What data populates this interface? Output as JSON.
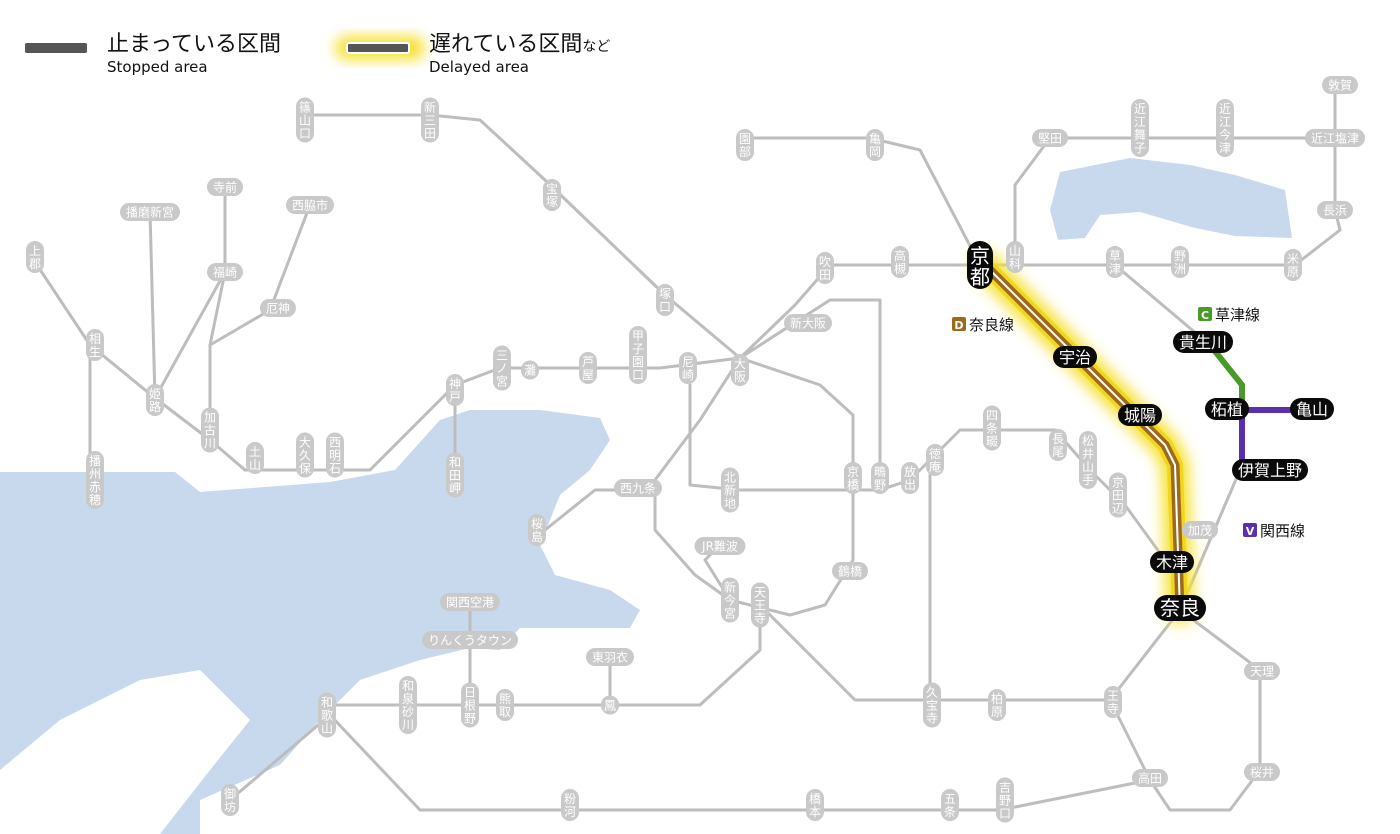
{
  "legend": {
    "stopped_jp": "止まっている区間",
    "stopped_en": "Stopped area",
    "delayed_jp": "遅れている区間",
    "delayed_suffix": "など",
    "delayed_en": "Delayed area"
  },
  "line_badges": {
    "nara": {
      "letter": "D",
      "name": "奈良線",
      "color": "#9a6a1e"
    },
    "kusatsu": {
      "letter": "C",
      "name": "草津線",
      "color": "#4a9a2a"
    },
    "kansai": {
      "letter": "V",
      "name": "関西線",
      "color": "#5a2fb0"
    }
  },
  "stations": {
    "sasayamaguchi": "篠山口",
    "shinsanda": "新三田",
    "sonobe": "園部",
    "kameoka": "亀岡",
    "katata": "堅田",
    "omimaiko": "近江舞子",
    "omiimazu": "近江今津",
    "tsuruga": "敦賀",
    "omishiotsu": "近江塩津",
    "nagahama": "長浜",
    "maibara": "米原",
    "yasu": "野洲",
    "kusatsu": "草津",
    "yamashina": "山科",
    "kyoto": "京都",
    "takatsuki": "高槻",
    "suita": "吹田",
    "takarazuka": "宝塚",
    "tsukaguchi": "塚口",
    "amagasaki": "尼崎",
    "osaka": "大阪",
    "shinosaka": "新大阪",
    "koshienguchi": "甲子園口",
    "ashiya": "芦屋",
    "nada": "灘",
    "sannomiya": "三ノ宮",
    "kobe": "神戸",
    "wadamisaki": "和田岬",
    "nishiakashi": "西明石",
    "okubo": "大久保",
    "tsuchiyama": "土山",
    "kakogawa": "加古川",
    "yakujin": "厄神",
    "nishiwakishi": "西脇市",
    "teramae": "寺前",
    "fukusaki": "福崎",
    "harimashingu": "播磨新宮",
    "kamigori": "上郡",
    "aioi": "相生",
    "himeji": "姫路",
    "banshuako": "播州赤穂",
    "uji": "宇治",
    "joyo": "城陽",
    "kizu": "木津",
    "nara": "奈良",
    "tsuge": "柘植",
    "kibukawa": "貴生川",
    "kameyama": "亀山",
    "igaueno": "伊賀上野",
    "kamo": "加茂",
    "shijonawate": "四条畷",
    "nagao": "長尾",
    "matsuiyamate": "松井山手",
    "kyotanabe": "京田辺",
    "tokuan": "徳庵",
    "hanaten": "放出",
    "shigino": "鴫野",
    "kyobashi": "京橋",
    "kitashinchi": "北新地",
    "nishikujo": "西九条",
    "sakurajima": "桜島",
    "jrnamba": "JR難波",
    "shinimamiya": "新今宮",
    "tennoji": "天王寺",
    "tsuruhashi": "鶴橋",
    "kansaikuko": "関西空港",
    "rinkutown": "りんくうタウン",
    "higashihagoromo": "東羽衣",
    "otori": "鳳",
    "hineno": "日根野",
    "kumatori": "熊取",
    "izumisunagawa": "和泉砂川",
    "wakayama": "和歌山",
    "gobo": "御坊",
    "kokawa": "粉河",
    "hashimoto": "橋本",
    "gojo": "五条",
    "yoshinoguchi": "吉野口",
    "takada": "高田",
    "oji": "王寺",
    "kashiwara": "柏原",
    "kyuhoji": "久宝寺",
    "tenri": "天理",
    "sakurai": "桜井"
  },
  "map_colors": {
    "line": "#bdbdbd",
    "water": "#c8d9ee",
    "label_bg": "#c9c9c9",
    "delayed_glow": "#f6e232",
    "delayed_line": "#9a6a1e",
    "kusatsu_line": "#4a9a2a",
    "kansai_line": "#5a2fb0",
    "stopped": "#555555"
  }
}
